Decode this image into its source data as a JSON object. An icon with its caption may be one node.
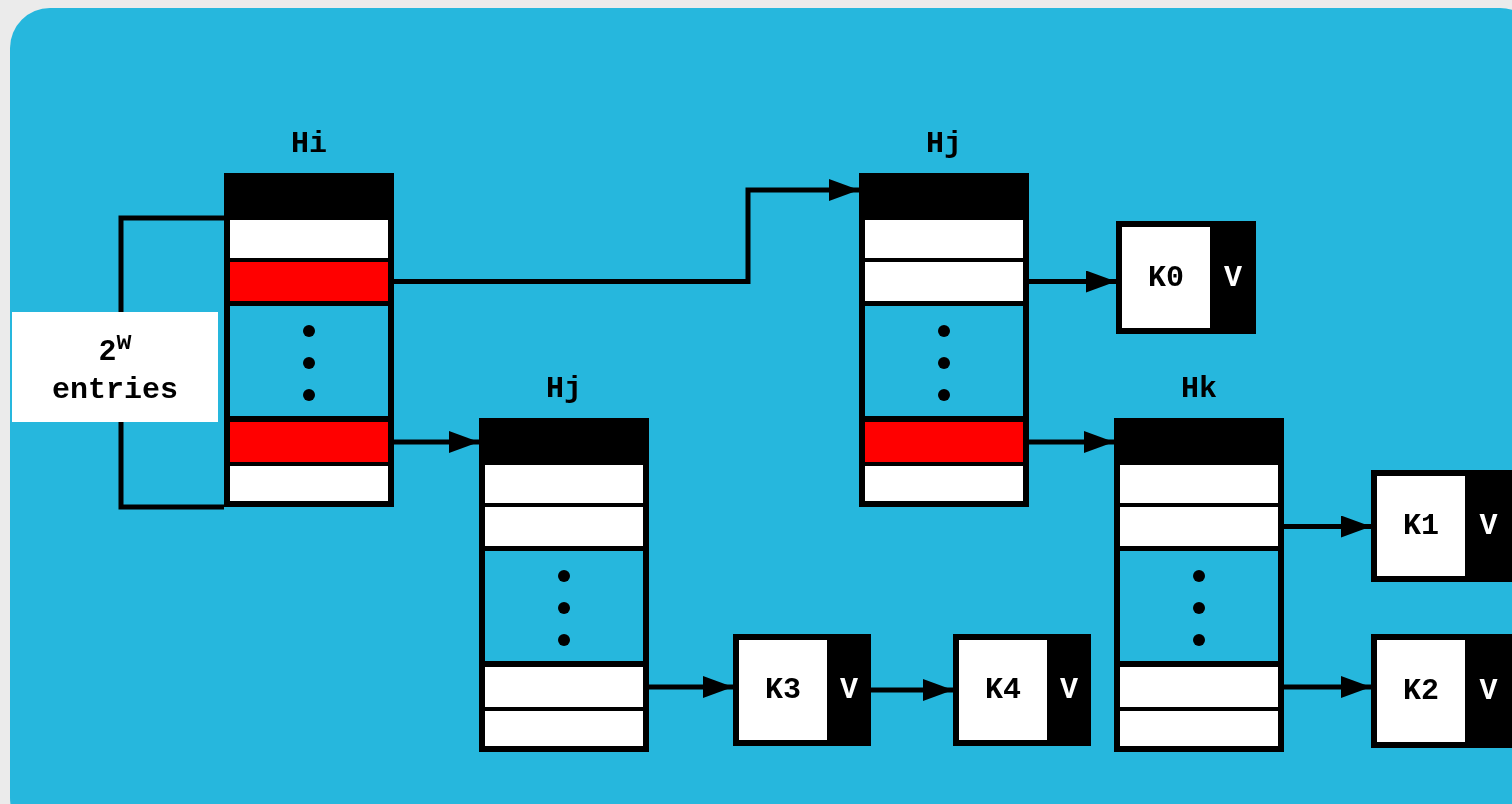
{
  "diagram": {
    "nodes": [
      {
        "text": [
          "Hi"
        ]
      },
      {
        "text": [],
        "shape": "bar",
        "in": 0
      },
      {
        "text": [],
        "shape": "bar",
        "in": 0
      },
      {
        "text": [],
        "shape": "bar",
        "in": 0
      },
      {
        "text": [],
        "shape": "bar",
        "in": 0
      },
      {
        "text": [
          "Hj"
        ]
      },
      {
        "text": [],
        "shape": "bar",
        "in": 5
      },
      {
        "text": [],
        "shape": "bar",
        "in": 5
      },
      {
        "text": [],
        "shape": "bar",
        "in": 5
      },
      {
        "text": [],
        "shape": "bar",
        "in": 5
      },
      {
        "text": [
          "K0",
          "V"
        ]
      },
      {
        "text": [
          "Hj"
        ]
      },
      {
        "text": [],
        "shape": "bar",
        "in": 11
      },
      {
        "text": [],
        "shape": "bar",
        "in": 11
      },
      {
        "text": [],
        "shape": "bar",
        "in": 11
      },
      {
        "text": [],
        "shape": "bar",
        "in": 11
      },
      {
        "text": [
          "Hk"
        ]
      },
      {
        "text": [],
        "shape": "bar",
        "in": 16
      },
      {
        "text": [],
        "shape": "bar",
        "in": 16
      },
      {
        "text": [],
        "shape": "bar",
        "in": 16
      },
      {
        "text": [],
        "shape": "bar",
        "in": 16
      },
      {
        "text": [
          "K1",
          "V"
        ]
      },
      {
        "text": [
          "K2",
          "V"
        ]
      },
      {
        "text": [
          "K3",
          "V"
        ]
      },
      {
        "text": [
          "K4",
          "V"
        ]
      }
    ],
    "edges": [
      {
        "from": 2,
        "to": 5,
        "arrow": "to"
      },
      {
        "from": 3,
        "to": 11,
        "arrow": "to"
      },
      {
        "from": 7,
        "to": 10,
        "arrow": "to"
      },
      {
        "from": 8,
        "to": 16,
        "arrow": "to"
      },
      {
        "from": 18,
        "to": 21,
        "arrow": "to"
      },
      {
        "from": 19,
        "to": 22,
        "arrow": "to"
      },
      {
        "from": 14,
        "to": 23,
        "arrow": "to"
      },
      {
        "from": 23,
        "to": 24,
        "arrow": "to"
      }
    ],
    "labels": [
      "2$^{w}$ entries"
    ]
  }
}
